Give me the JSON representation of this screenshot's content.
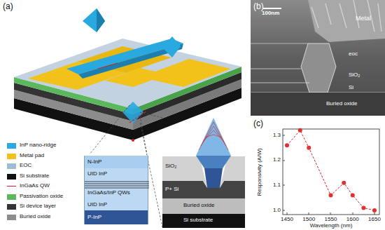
{
  "diagram": {
    "nodes": [
      {
        "text": [
          "N-InP"
        ]
      },
      {
        "text": [
          "UID InP"
        ]
      },
      {
        "text": [
          "InGaAs/InP QWs"
        ]
      },
      {
        "text": [
          "UID InP"
        ]
      },
      {
        "text": [
          "P-InP"
        ]
      }
    ],
    "labels": [
      "(a)",
      "SiO₂",
      "P+ Si",
      "Buried oxide",
      "Si substrate",
      "(b)",
      "100nm",
      "Metal",
      "eoc",
      "SiO₂",
      "Si",
      "Buried oxide",
      "(c)",
      "1.3",
      "1.2",
      "1.1",
      "1.0",
      "1450",
      "1500",
      "1550",
      "1600",
      "1650",
      "Responsivity (A/W)",
      "Wavelength (nm)"
    ],
    "legend": [
      {
        "text": "InP nano-ridge",
        "color": "#29a9e0"
      },
      {
        "text": "Metal pad",
        "color": "#f2c21a"
      },
      {
        "text": "EOC",
        "color": "#9fbcd4"
      },
      {
        "text": "Si substrate",
        "color": "#111111"
      },
      {
        "text": "InGaAs QW"
      },
      {
        "text": "Passivation oxide",
        "color": "#5cb85c"
      },
      {
        "text": "Si device layer",
        "color": "#333333"
      },
      {
        "text": "Buried oxide",
        "color": "#8c8c8c"
      }
    ]
  }
}
